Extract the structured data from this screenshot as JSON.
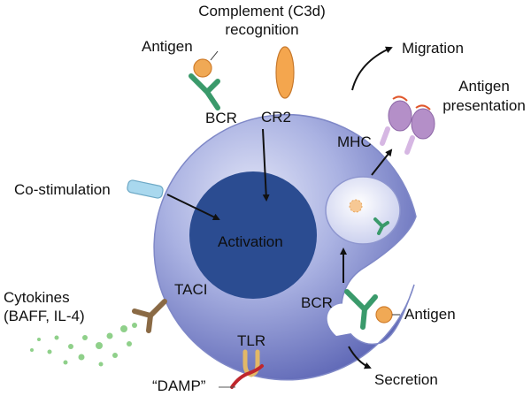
{
  "labels": {
    "complement_line1": "Complement (C3d)",
    "complement_line2": "recognition",
    "antigen_top": "Antigen",
    "bcr_top": "BCR",
    "cr2": "CR2",
    "migration": "Migration",
    "antigen_presentation_line1": "Antigen",
    "antigen_presentation_line2": "presentation",
    "mhc": "MHC",
    "co_stimulation": "Co-stimulation",
    "activation": "Activation",
    "cytokines_line1": "Cytokines",
    "cytokines_line2": "(BAFF, IL-4)",
    "taci": "TACI",
    "bcr_bottom": "BCR",
    "antigen_bottom": "Antigen",
    "tlr": "TLR",
    "damp": "“DAMP”",
    "secretion": "Secretion"
  },
  "colors": {
    "cell_light": "#d8dcf4",
    "cell_mid": "#8f99d8",
    "cell_dark": "#5a63b3",
    "nucleus": "#2b4c91",
    "receptor_green": "#3a9a6b",
    "antigen_orange": "#f0a955",
    "cr2_orange": "#f4a64e",
    "mhc_purple": "#b48fc8",
    "costim_blue": "#a9d8ee",
    "taci_brown": "#8a6a45",
    "cytokine_green": "#8fd08a",
    "damp_red": "#c0262c"
  }
}
